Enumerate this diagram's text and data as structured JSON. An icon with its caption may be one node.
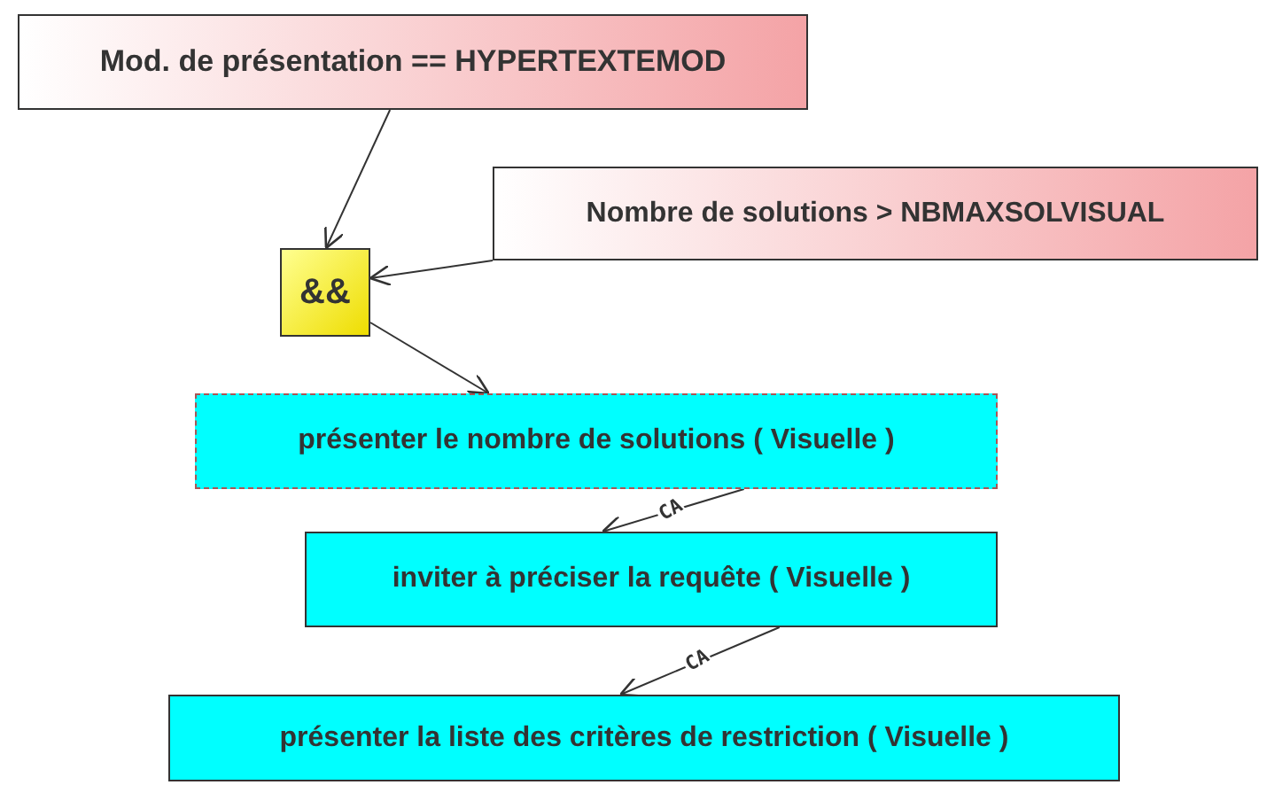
{
  "diagram": {
    "nodes": [
      {
        "text": [
          "Mod. de présentation == HYPERTEXTEMOD"
        ]
      },
      {
        "text": [
          "Nombre de solutions > NBMAXSOLVISUAL"
        ]
      },
      {
        "text": [
          "&&"
        ]
      },
      {
        "text": [
          "présenter le nombre de solutions ( Visuelle )"
        ]
      },
      {
        "text": [
          "inviter à préciser la requête ( Visuelle )"
        ]
      },
      {
        "text": [
          "présenter la liste des critères de restriction ( Visuelle )"
        ]
      }
    ],
    "edges": [
      {
        "from": 0,
        "to": 2,
        "arrow": "to"
      },
      {
        "from": 1,
        "to": 2,
        "arrow": "to"
      },
      {
        "from": 2,
        "to": 3,
        "arrow": "to"
      },
      {
        "from": 3,
        "to": 4,
        "arrow": "to",
        "label": "CA"
      },
      {
        "from": 4,
        "to": 5,
        "arrow": "to",
        "label": "CA"
      }
    ]
  }
}
